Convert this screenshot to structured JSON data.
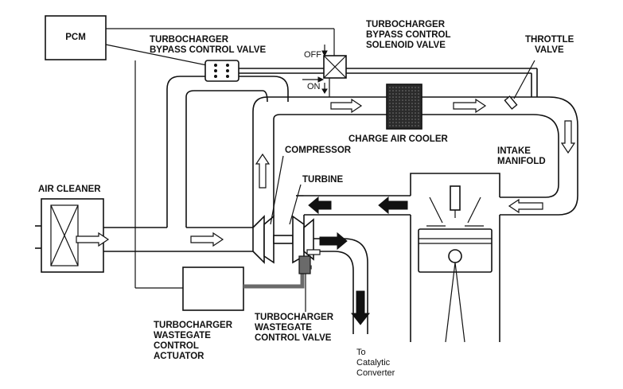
{
  "labels": {
    "pcm": "PCM",
    "bypass_valve": [
      "TURBOCHARGER",
      "BYPASS CONTROL VALVE"
    ],
    "bypass_solenoid": [
      "TURBOCHARGER",
      "BYPASS CONTROL",
      "SOLENOID VALVE"
    ],
    "throttle_valve": [
      "THROTTLE",
      "VALVE"
    ],
    "off": "OFF",
    "on": "ON",
    "charge_air_cooler": "CHARGE AIR COOLER",
    "compressor": "COMPRESSOR",
    "intake_manifold": [
      "INTAKE",
      "MANIFOLD"
    ],
    "air_cleaner": "AIR CLEANER",
    "turbine": "TURBINE",
    "wastegate_actuator": [
      "TURBOCHARGER",
      "WASTEGATE",
      "CONTROL",
      "ACTUATOR"
    ],
    "wastegate_valve": [
      "TURBOCHARGER",
      "WASTEGATE",
      "CONTROL VALVE"
    ],
    "to_catalytic": [
      "To",
      "Catalytic",
      "Converter"
    ]
  },
  "colors": {
    "line": "#111111",
    "background": "#ffffff",
    "cooler_core": "#3a3a3a",
    "wastegate_link": "#6a6a6a"
  }
}
